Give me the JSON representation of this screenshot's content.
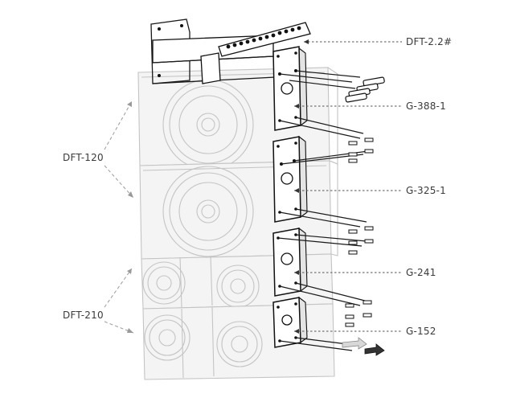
{
  "labels": {
    "flybar": "DFT-2.2#",
    "plate_1": "G-388-1",
    "plate_2": "G-325-1",
    "plate_3": "G-241",
    "plate_4": "G-152",
    "cabinet_large": "DFT-120",
    "cabinet_small": "DFT-210"
  },
  "colors": {
    "line_dark": "#111111",
    "line_ghost": "#c4c4c4",
    "text": "#3a3a3a"
  },
  "icons": {
    "direction": "arrow-right-icon"
  }
}
